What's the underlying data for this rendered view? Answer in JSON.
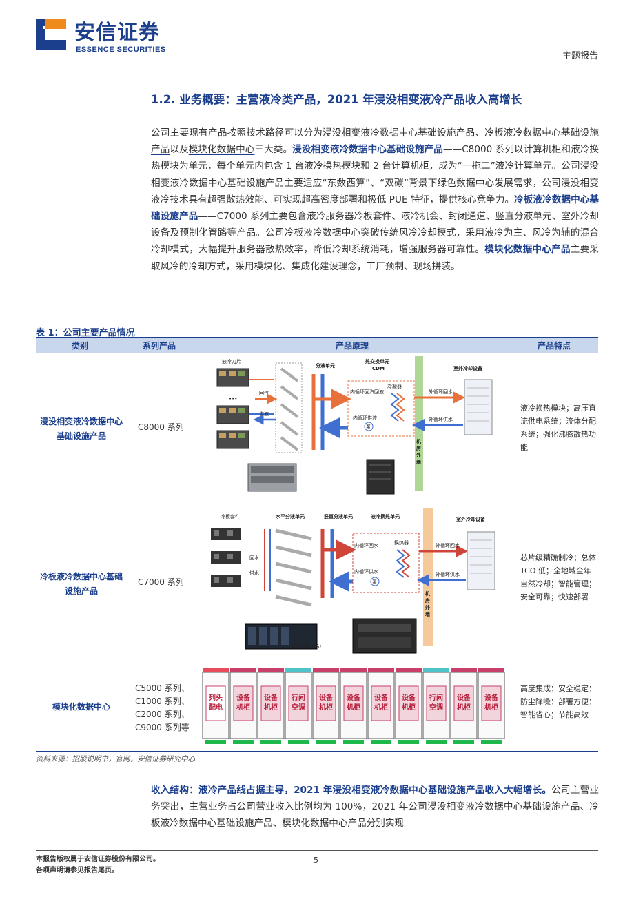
{
  "header": {
    "brand_cn": "安信证券",
    "brand_en": "ESSENCE SECURITIES",
    "doc_type": "主题报告"
  },
  "section": {
    "title": "1.2. 业务概要：主营液冷类产品，2021 年浸没相变液冷产品收入高增长"
  },
  "intro": {
    "p1_a": "公司主要现有产品按照技术路径可以分为",
    "p1_u1": "浸没相变液冷数据中心基础设施产品",
    "p1_b": "、",
    "p1_u2": "冷板液冷数据中心基础设施产品",
    "p1_c": "以及",
    "p1_u3": "模块化数据中心",
    "p1_d": "三大类。",
    "p1_bold1": "浸没相变液冷数据中心基础设施产品",
    "p1_e": "——C8000 系列以计算机柜和液冷换热模块为单元，每个单元内包含 1 台液冷换热模块和 2 台计算机柜，成为“一拖二”液冷计算单元。公司浸没相变液冷数据中心基础设施产品主要适应“东数西算”、“双碳”背景下绿色数据中心发展需求，公司浸没相变液冷技术具有超强散热效能、可实现超高密度部署和极低 PUE 特征，提供核心竞争力。",
    "p1_bold2": "冷板液冷数据中心基础设施产品",
    "p1_f": "——C7000 系列主要包含液冷服务器冷板套件、液冷机会、封闭通道、竖直分液单元、室外冷却设备及预制化管路等产品。公司冷板液冷数据中心突破传统风冷冷却模式，采用液冷为主、风冷为辅的混合冷却模式，大幅提升服务器散热效率，降低冷却系统消耗，增强服务器可靠性。",
    "p1_bold3": "模块化数据中心产品",
    "p1_g": "主要采取风冷的冷却方式，采用模块化、集成化建设理念，工厂预制、现场拼装。"
  },
  "table": {
    "caption": "表 1：公司主要产品情况",
    "headers": [
      "类别",
      "系列产品",
      "产品原理",
      "产品特点"
    ],
    "rows": [
      {
        "category": "浸没相变液冷数据中心基础设施产品",
        "series": "C8000 系列",
        "features": "液冷换热模块；高压直流供电系统；流体分配系统；强化沸腾散热功能"
      },
      {
        "category": "冷板液冷数据中心基础设施产品",
        "series": "C7000 系列",
        "features": "芯片级精确制冷；总体 TCO 低；全地域全年自然冷却；智能管理；安全可靠；快速部署"
      },
      {
        "category": "模块化数据中心",
        "series": [
          "C5000 系列、",
          "C1000 系列、",
          "C2000 系列、",
          "C9000 系列等"
        ],
        "features": "高度集成；安全稳定；防尘降噪；部署方便；智能省心；节能高效"
      }
    ],
    "diagram1": {
      "labels": {
        "blade": "液冷刀片",
        "dist": "分液单元",
        "cdm1": "热交换单元",
        "cdm2": "CDM",
        "outdoor": "室外冷却设备",
        "return": "回汽",
        "supply": "供液",
        "inner_return": "内循环回汽回液",
        "condenser": "冷凝器",
        "inner_supply": "内循环供液",
        "pump": "泵",
        "outer_return": "外循环回水",
        "outer_supply": "外循环供水",
        "wall": "机房外墙",
        "dots": "•••"
      }
    },
    "diagram2": {
      "labels": {
        "kit": "冷板套件",
        "h_dist": "水平分液单元",
        "v_dist": "竖直分液单元",
        "hx_unit": "液冷换热单元",
        "outdoor": "室外冷却设备",
        "return": "回水",
        "supply": "供水",
        "inner_return": "内循环回水",
        "hx": "换热器",
        "inner_supply": "内循环供水",
        "pump": "泵",
        "outer_return": "外循环回水",
        "outer_supply": "外循环供水",
        "wall": "机房外墙",
        "screenshot": "截图(Alt + A)"
      }
    },
    "diagram3": {
      "pdu": "列头配电",
      "cabinet": "设备机柜",
      "aircon": "行间空调",
      "units": [
        "pdu",
        "cabinet",
        "cabinet",
        "aircon",
        "cabinet",
        "cabinet",
        "cabinet",
        "cabinet",
        "aircon",
        "cabinet",
        "cabinet"
      ]
    },
    "source": "资料来源：招股说明书，官网，安信证券研究中心"
  },
  "revenue": {
    "bold_lead": "收入结构：液冷产品线占据主导，2021 年浸没相变液冷数据中心基础设施产品收入大幅增长。",
    "text": "公司主营业务突出，主营业务占公司营业收入比例均为 100%，2021 年公司浸没相变液冷数据中心基础设施产品、冷板液冷数据中心基础设施产品、模块化数据中心产品分别实现"
  },
  "footer": {
    "line1": "本报告版权属于安信证券股份有限公司。",
    "line2": "各项声明请参见报告尾页。",
    "page": "5"
  },
  "colors": {
    "brand_blue": "#1b3f8c",
    "brand_orange": "#f08a1c",
    "hot": "#e8703a",
    "cold": "#3f6fd0",
    "wall_green": "#9ccc7a",
    "wall_orange": "#f4c08a"
  }
}
